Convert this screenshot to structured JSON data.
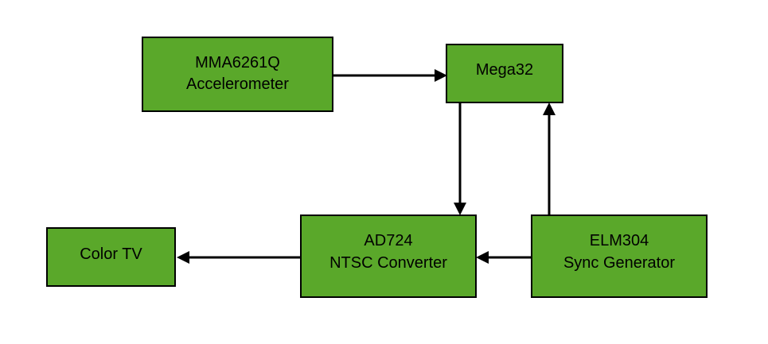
{
  "diagram": {
    "fill_color": "#5aa82a",
    "stroke_color": "#000000",
    "blocks": {
      "accelerometer": {
        "line1": "MMA6261Q",
        "line2": "Accelerometer"
      },
      "mcu": {
        "line1": "Mega32"
      },
      "ntsc_converter": {
        "line1": "AD724",
        "line2": "NTSC Converter"
      },
      "sync_generator": {
        "line1": "ELM304",
        "line2": "Sync Generator"
      },
      "tv": {
        "line1": "Color TV"
      }
    }
  }
}
